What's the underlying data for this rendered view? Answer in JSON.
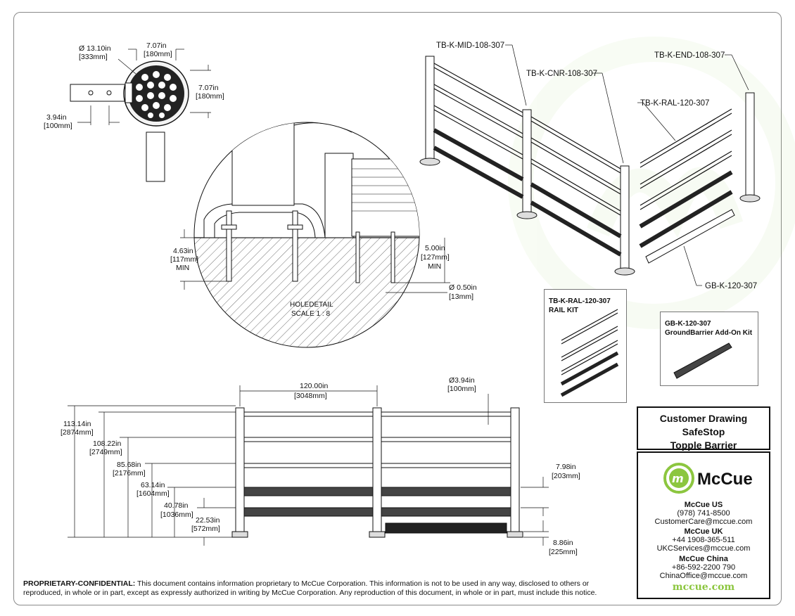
{
  "callouts": {
    "mid": "TB-K-MID-108-307",
    "cnr": "TB-K-CNR-108-307",
    "end": "TB-K-END-108-307",
    "ral": "TB-K-RAL-120-307",
    "gb": "GB-K-120-307"
  },
  "post_detail": {
    "dia_in": "Ø 13.10in",
    "dia_mm": "[333mm]",
    "w_in": "7.07in",
    "w_mm": "[180mm]",
    "h_in": "7.07in",
    "h_mm": "[180mm]",
    "tube_in": "3.94in",
    "tube_mm": "[100mm]"
  },
  "hole_detail": {
    "left_in": "4.63in",
    "left_mm": "[117mm]",
    "left_min": "MIN",
    "right_in": "5.00in",
    "right_mm": "[127mm]",
    "right_min": "MIN",
    "bolt_in": "Ø 0.50in",
    "bolt_mm": "[13mm]",
    "label": "HOLEDETAIL",
    "scale": "SCALE 1 : 8"
  },
  "elevation": {
    "span_in": "120.00in",
    "span_mm": "[3048mm]",
    "post_in": "Ø3.94in",
    "post_mm": "[100mm]",
    "heights": [
      {
        "in": "113.14in",
        "mm": "[2874mm]"
      },
      {
        "in": "108.22in",
        "mm": "[2749mm]"
      },
      {
        "in": "85.68in",
        "mm": "[2176mm]"
      },
      {
        "in": "63.14in",
        "mm": "[1604mm]"
      },
      {
        "in": "40.78in",
        "mm": "[1036mm]"
      },
      {
        "in": "22.53in",
        "mm": "[572mm]"
      }
    ],
    "right_top_in": "7.98in",
    "right_top_mm": "[203mm]",
    "right_bot_in": "8.86in",
    "right_bot_mm": "[225mm]"
  },
  "kits": {
    "rail_code": "TB-K-RAL-120-307",
    "rail_name": "RAIL KIT",
    "gb_code": "GB-K-120-307",
    "gb_name": "GroundBarrier Add-On Kit"
  },
  "title_block": {
    "line1": "Customer Drawing",
    "line2": "SafeStop",
    "line3": "Topple Barrier"
  },
  "company": {
    "name": "McCue",
    "brand_color": "#8cc63f",
    "offices": [
      {
        "name": "McCue US",
        "phone": "(978) 741-8500",
        "email": "CustomerCare@mccue.com"
      },
      {
        "name": "McCue UK",
        "phone": "+44 1908-365-511",
        "email": "UKCServices@mccue.com"
      },
      {
        "name": "McCue China",
        "phone": "+86-592-2200 790",
        "email": "ChinaOffice@mccue.com"
      }
    ],
    "website": "mccue.com"
  },
  "footer": {
    "label": "PROPRIETARY-CONFIDENTIAL:",
    "text": " This document contains information proprietary to McCue Corporation. This information is not to be used in any way, disclosed to others or reproduced, in whole or in part, except as expressly authorized in writing by McCue Corporation. Any reproduction of this document, in whole or in part, must include this notice."
  }
}
